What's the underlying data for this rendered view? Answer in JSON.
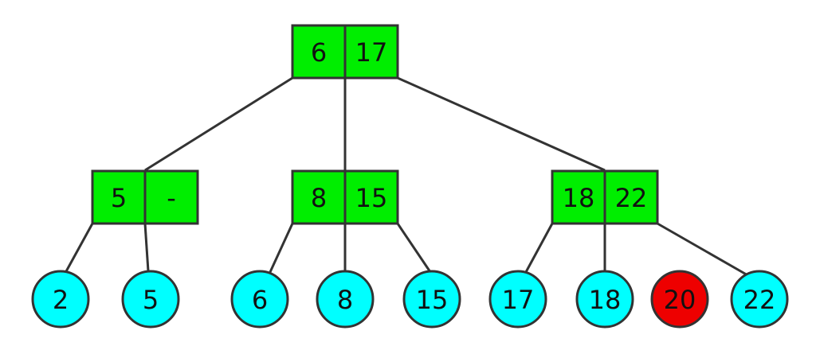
{
  "colors": {
    "internal_fill": "#00ee00",
    "leaf_fill": "#00ffff",
    "highlight_fill": "#ee0000",
    "stroke": "#333333"
  },
  "tree": {
    "root": {
      "keys": [
        "6",
        "17"
      ]
    },
    "level1": [
      {
        "keys": [
          "5",
          "-"
        ]
      },
      {
        "keys": [
          "8",
          "15"
        ]
      },
      {
        "keys": [
          "18",
          "22"
        ]
      }
    ],
    "leaves": [
      {
        "value": "2",
        "highlight": false
      },
      {
        "value": "5",
        "highlight": false
      },
      {
        "value": "6",
        "highlight": false
      },
      {
        "value": "8",
        "highlight": false
      },
      {
        "value": "15",
        "highlight": false
      },
      {
        "value": "17",
        "highlight": false
      },
      {
        "value": "18",
        "highlight": false
      },
      {
        "value": "20",
        "highlight": true
      },
      {
        "value": "22",
        "highlight": false
      }
    ]
  }
}
